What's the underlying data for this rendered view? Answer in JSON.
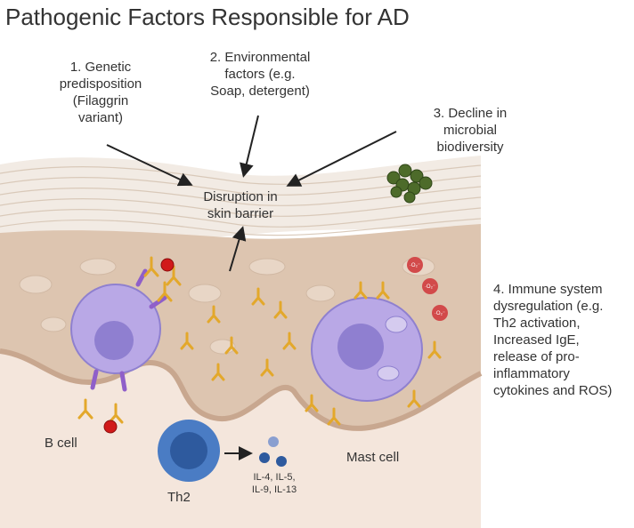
{
  "title": "Pathogenic Factors Responsible for AD",
  "factors": {
    "genetic": [
      "1.  Genetic",
      "predisposition",
      "(Filaggrin",
      "variant)"
    ],
    "environmental": [
      "2. Environmental",
      "factors (e.g.",
      "Soap, detergent)"
    ],
    "microbial": [
      "3. Decline in",
      "microbial",
      "biodiversity"
    ],
    "immune": [
      "4. Immune system",
      "dysregulation (e.g.",
      "Th2 activation,",
      "Increased IgE,",
      "release of pro-",
      "inflammatory",
      "cytokines and ROS)"
    ]
  },
  "center": [
    "Disruption in",
    "skin barrier"
  ],
  "cells": {
    "b_cell": "B cell",
    "th2": "Th2",
    "mast_cell": "Mast cell"
  },
  "cytokines": [
    "IL-4, IL-5,",
    "IL-9, IL-13"
  ],
  "ros_label": "·O₂⁻",
  "colors": {
    "skin_top": "#ece2d8",
    "skin_mid": "#ddc8b6",
    "dermis": "#f3e4da",
    "cell_purple": "#b9a8e6",
    "nucleus": "#8f7fd0",
    "th2_blue": "#4a7cc4",
    "antibody": "#e3a82b",
    "ige_red": "#d11a1a",
    "bacteria": "#4d6b2a",
    "ros_red": "#d24a4a"
  }
}
